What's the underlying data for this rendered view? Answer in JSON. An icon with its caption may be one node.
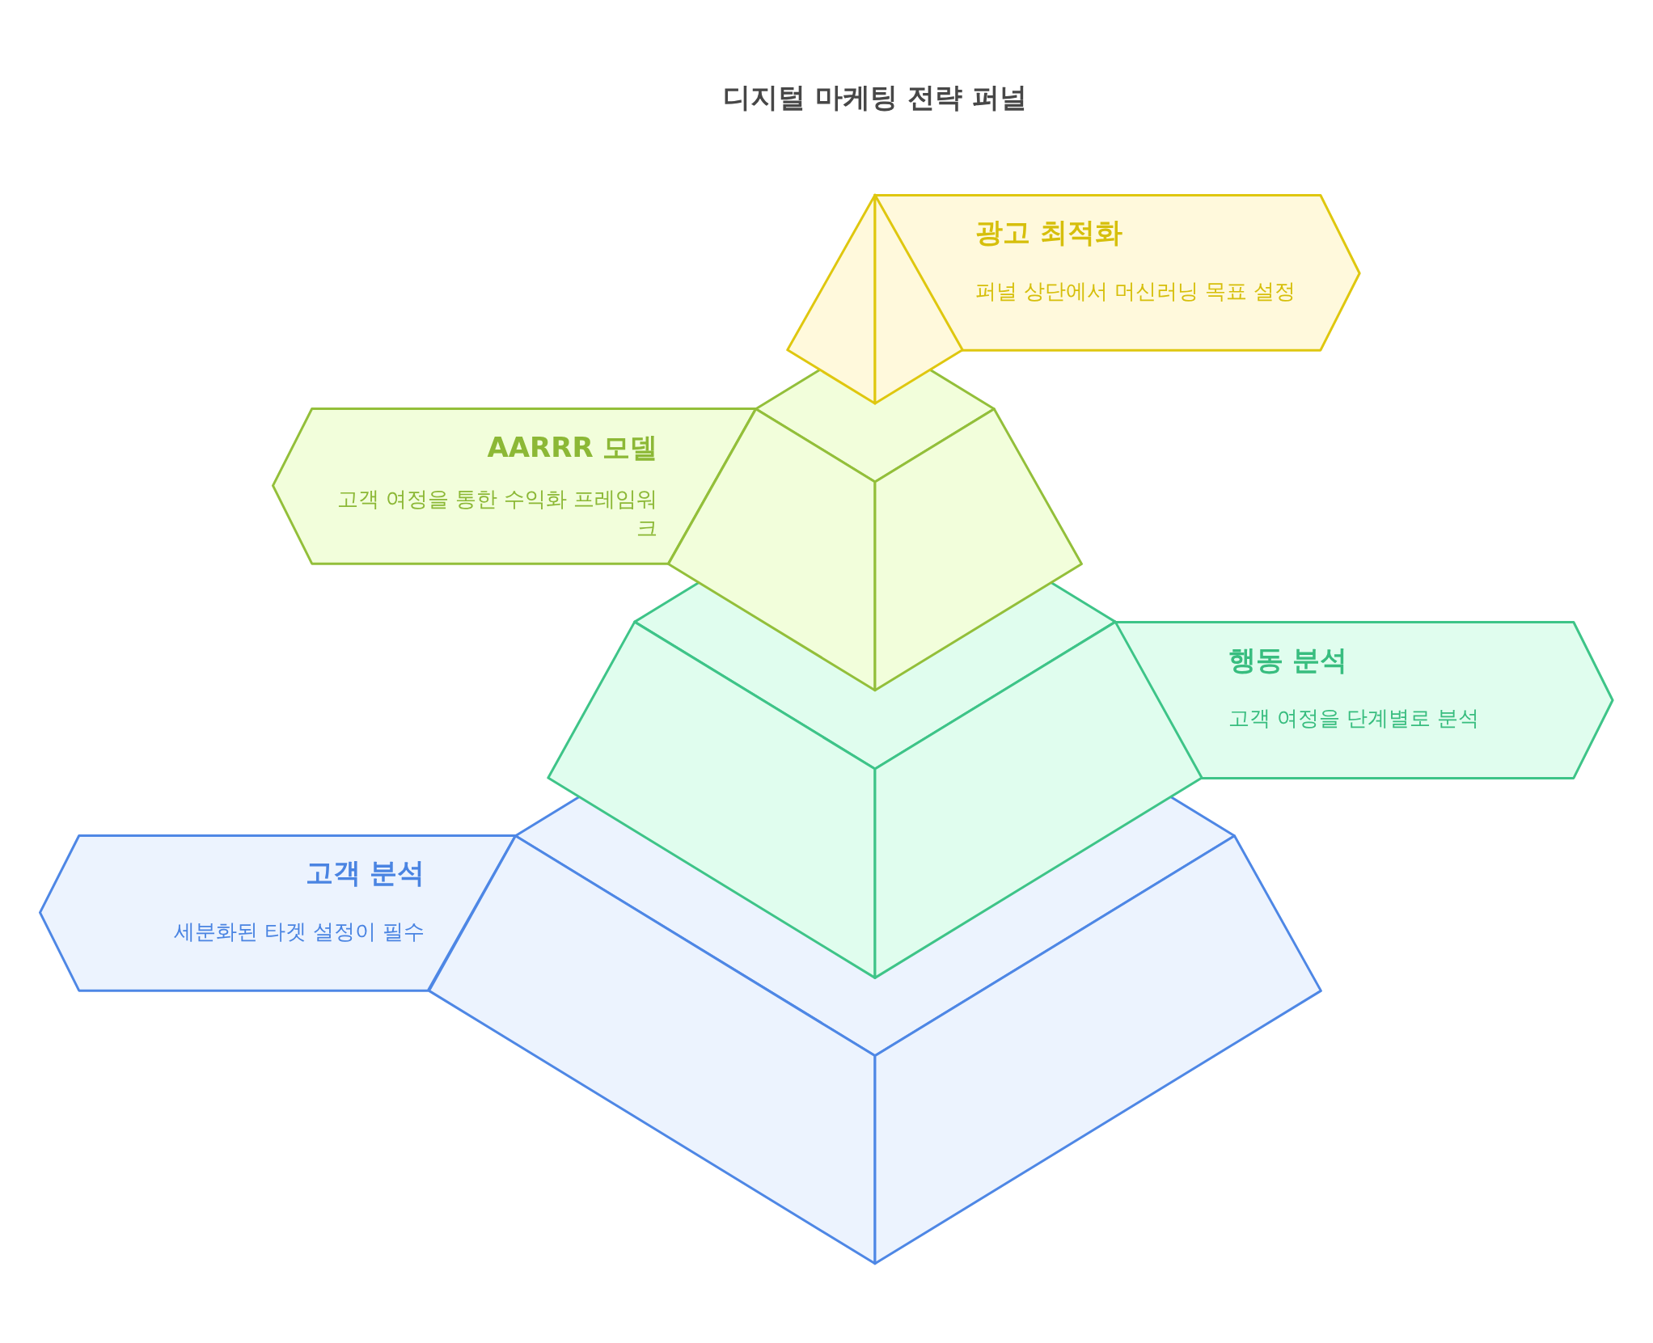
{
  "diagram": {
    "title": "디지털 마케팅 전략 퍼널",
    "nodes": [
      {
        "text": [
          "광고 최적화",
          "퍼널 상단에서 머신러닝 목표 설정"
        ]
      },
      {
        "text": [
          "AARRR 모델",
          "고객 여정을 통한 수익화 프레임워크"
        ]
      },
      {
        "text": [
          "행동 분석",
          "고객 여정을 단계별로 분석"
        ]
      },
      {
        "text": [
          "고객 분석",
          "세분화된 타겟 설정이 필수"
        ]
      }
    ]
  }
}
